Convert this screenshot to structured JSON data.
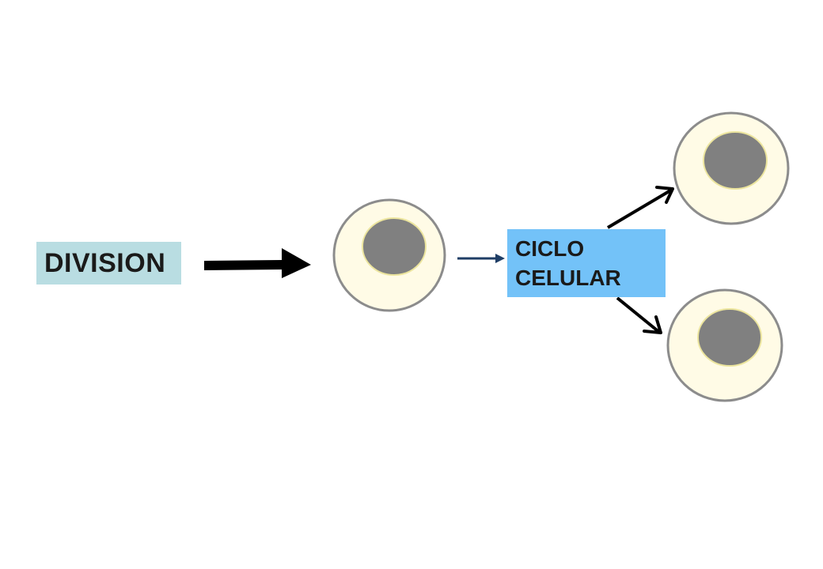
{
  "labels": {
    "division": "DIVISION",
    "ciclo_line1": "CICLO",
    "ciclo_line2": "CELULAR"
  },
  "colors": {
    "division_box": "#b9dde2",
    "ciclo_box": "#73c2f8",
    "cell_fill": "#fffbe6",
    "cell_stroke": "#8c8c8c",
    "nucleus_fill": "#808080",
    "nucleus_stroke": "#ece59e",
    "arrow_main": "#000000",
    "arrow_small": "#1f3e66"
  },
  "icons": {
    "cell": "cell-icon",
    "nucleus": "nucleus-icon"
  }
}
